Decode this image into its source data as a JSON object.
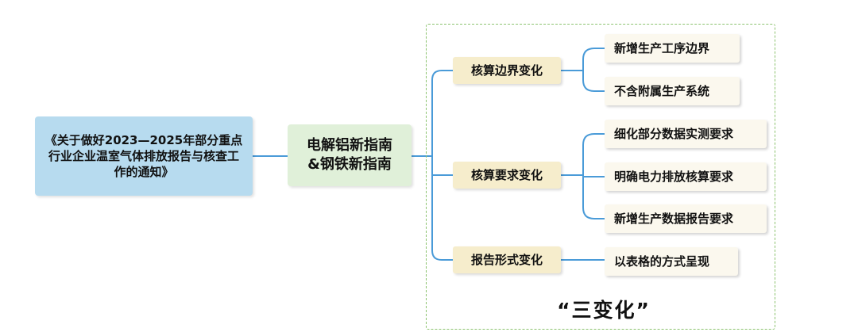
{
  "root": {
    "text": "《关于做好2023—2025年部分重点行业企业温室气体排放报告与核查工作的通知》"
  },
  "center": {
    "line1": "电解铝新指南",
    "line2": "&钢铁新指南"
  },
  "branches": [
    {
      "label": "核算边界变化",
      "leaves": [
        "新增生产工序边界",
        "不含附属生产系统"
      ]
    },
    {
      "label": "核算要求变化",
      "leaves": [
        "细化部分数据实测要求",
        "明确电力排放核算要求",
        "新增生产数据报告要求"
      ]
    },
    {
      "label": "报告形式变化",
      "leaves": [
        "以表格的方式呈现"
      ]
    }
  ],
  "caption": "“三变化”",
  "colors": {
    "root_fill": "#b7dbef",
    "center_fill": "#e0f0d9",
    "branch_fill": "#f6edcc",
    "leaf_fill": "#fbf8ee",
    "connector": "#4a9bd8",
    "group_border": "#8cc36f"
  }
}
